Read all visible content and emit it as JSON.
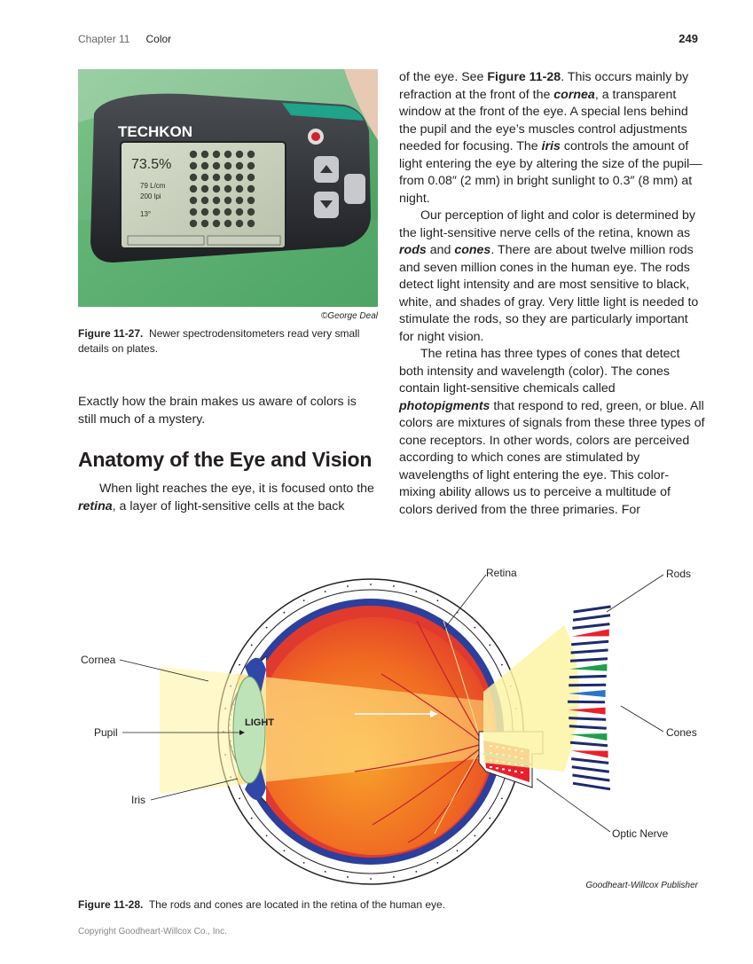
{
  "header": {
    "chapter": "Chapter 11",
    "chapter_title": "Color",
    "page_number": "249"
  },
  "figure_27": {
    "device_brand": "TECHKON",
    "screen_value": "73.5%",
    "screen_lines": [
      "79 L/cm",
      "200 lpi",
      "13°"
    ],
    "credit": "©George Deal",
    "caption_label": "Figure 11-27.",
    "caption_text": "Newer spectrodensitometers read very small details on plates."
  },
  "left_column": {
    "para1": "Exactly how the brain makes us aware of colors is still much of a mystery.",
    "heading": "Anatomy of the Eye and Vision",
    "para2_a": "When light reaches the eye, it is focused onto the ",
    "para2_em": "retina",
    "para2_b": ", a layer of light-sensitive cells at the back"
  },
  "right_column": {
    "p1_a": "of the eye. See ",
    "p1_fig": "Figure 11-28",
    "p1_b": ". This occurs mainly by refraction at the front of the ",
    "p1_cornea": "cornea",
    "p1_c": ", a transparent window at the front of the eye. A special lens behind the pupil and the eye’s muscles control adjustments needed for focusing. The ",
    "p1_iris": "iris",
    "p1_d": " controls the amount of light entering the eye by altering the size of the pupil—from 0.08″ (2 mm) in bright sunlight to 0.3″ (8 mm) at night.",
    "p2_a": "Our perception of light and color is determined by the light-sensitive nerve cells of the retina, known as ",
    "p2_rods": "rods",
    "p2_b": " and ",
    "p2_cones": "cones",
    "p2_c": ". There are about twelve million rods and seven million cones in the human eye. The rods detect light intensity and are most sensitive to black, white, and shades of gray. Very little light is needed to stimulate the rods, so they are particularly important for night vision.",
    "p3_a": "The retina has three types of cones that detect both intensity and wavelength (color). The cones contain light-sensitive chemicals called ",
    "p3_photo": "photopigments",
    "p3_b": " that respond to red, green, or blue. All colors are mixtures of signals from these three types of cone receptors. In other words, colors are perceived according to which cones are stimulated by wavelengths of light entering the eye. This color-mixing ability allows us to perceive a multitude of colors derived from the three primaries. For"
  },
  "figure_28": {
    "labels": {
      "retina": "Retina",
      "rods": "Rods",
      "cornea": "Cornea",
      "pupil": "Pupil",
      "iris": "Iris",
      "cones": "Cones",
      "optic_nerve": "Optic Nerve",
      "light": "LIGHT"
    },
    "publisher": "Goodheart-Willcox Publisher",
    "caption_label": "Figure 11-28.",
    "caption_text": "The rods and cones are located in the retina of the human eye."
  },
  "footer": {
    "copyright": "Copyright Goodheart-Willcox Co., Inc."
  }
}
